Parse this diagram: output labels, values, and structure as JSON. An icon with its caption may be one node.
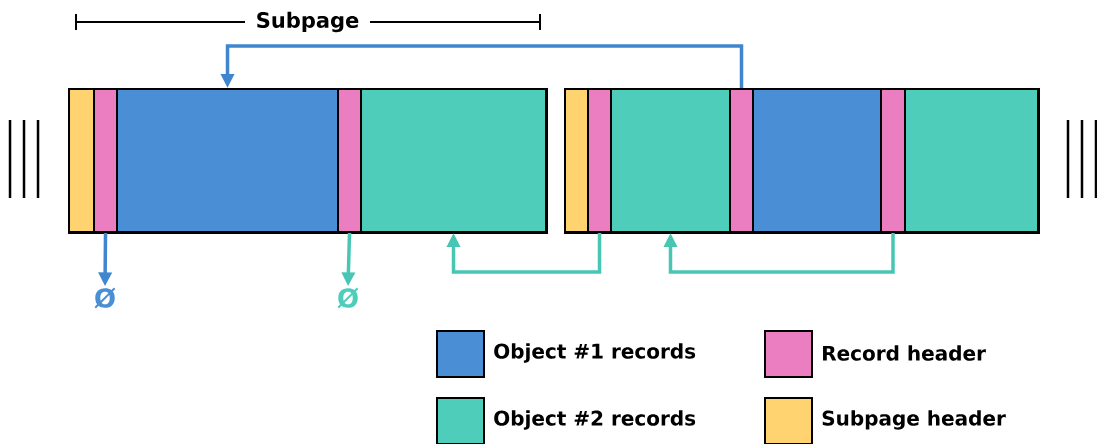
{
  "diagram": {
    "nodes": [
      {
        "text": [],
        "shape": "box"
      },
      {
        "text": [],
        "shape": "bar",
        "in": 0
      },
      {
        "text": [],
        "shape": "bar",
        "in": 0
      },
      {
        "text": [],
        "shape": "bar",
        "in": 0
      },
      {
        "text": [],
        "shape": "bar",
        "in": 0
      },
      {
        "text": [],
        "shape": "bar",
        "in": 0
      },
      {
        "text": [],
        "shape": "box"
      },
      {
        "text": [],
        "shape": "bar",
        "in": 6
      },
      {
        "text": [],
        "shape": "bar",
        "in": 6
      },
      {
        "text": [],
        "shape": "bar",
        "in": 6
      },
      {
        "text": [],
        "shape": "bar",
        "in": 6
      },
      {
        "text": [],
        "shape": "bar",
        "in": 6
      },
      {
        "text": [],
        "shape": "bar",
        "in": 6
      },
      {
        "text": [],
        "shape": "bar",
        "in": 6
      },
      {
        "text": [
          "Ø"
        ]
      },
      {
        "text": [
          "Ø"
        ]
      }
    ],
    "edges": [
      {
        "from": 10,
        "to": 3,
        "arrow": "to",
        "color": "#3f86cf"
      },
      {
        "from": 2,
        "to": 14,
        "arrow": "to",
        "color": "#3f86cf"
      },
      {
        "from": 4,
        "to": 15,
        "arrow": "to",
        "color": "#47c6b4"
      },
      {
        "from": 8,
        "to": 5,
        "arrow": "to",
        "color": "#47c6b4"
      },
      {
        "from": 12,
        "to": 9,
        "arrow": "to",
        "color": "#47c6b4"
      }
    ],
    "labels": [
      "Subpage"
    ],
    "legend": [
      {
        "text": "Object #1 records",
        "color": "#4a8fd6"
      },
      {
        "text": "Record header",
        "color": "#eb7ec0"
      },
      {
        "text": "Object #2 records",
        "color": "#4fcdbb"
      },
      {
        "text": "Subpage header",
        "color": "#ffd36f"
      }
    ]
  }
}
